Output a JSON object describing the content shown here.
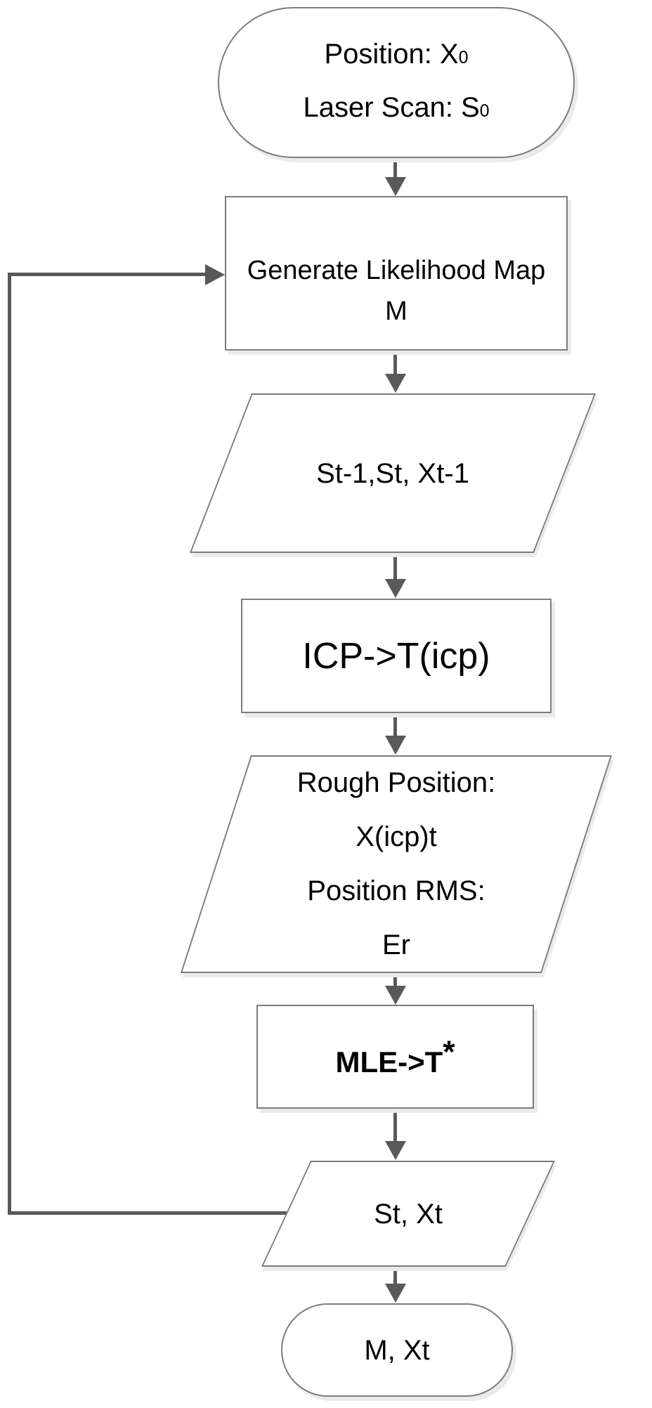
{
  "colors": {
    "shape_fill": "#ffffff",
    "shape_border": "#7c7c7c",
    "arrow": "#595959",
    "text": "#000000",
    "shadow": "#ebebeb"
  },
  "flowchart": {
    "start": {
      "line1_main": "Position: X",
      "line1_sub": "0",
      "line2_main": "Laser Scan: S",
      "line2_sub": "0"
    },
    "generate_map": {
      "line1": "Generate Likelihood Map",
      "line2": "M"
    },
    "scan_inputs": {
      "text": "St-1,St, Xt-1"
    },
    "icp": {
      "text": "ICP->T(icp)"
    },
    "rough_position": {
      "line1": "Rough Position:",
      "line2": "X(icp)t",
      "line3": "Position RMS:",
      "line4": "Er"
    },
    "mle": {
      "main": "MLE->T",
      "sup": "*"
    },
    "output": {
      "text": "St, Xt"
    },
    "end": {
      "text": "M, Xt"
    }
  }
}
